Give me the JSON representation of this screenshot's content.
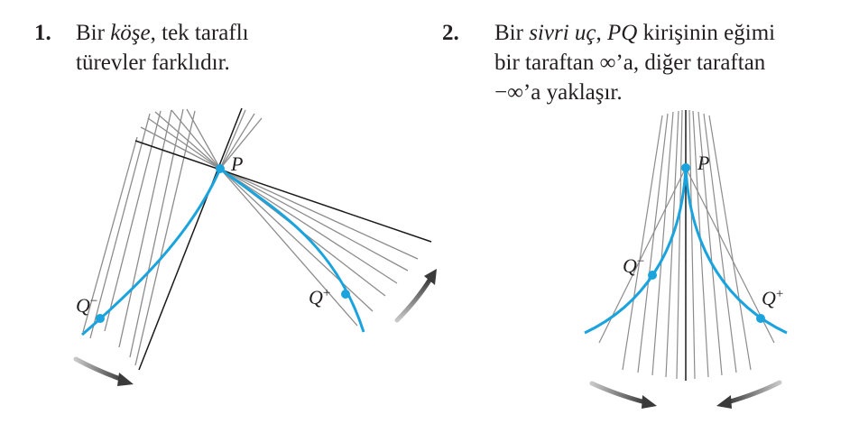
{
  "captions": [
    {
      "number": "1.",
      "line1_pre": "Bir ",
      "line1_italic": "köşe",
      "line1_post": ", tek taraflı",
      "line2": "türevler farklıdır."
    },
    {
      "number": "2.",
      "line1_pre": "Bir ",
      "line1_italic1": "sivri uç",
      "line1_mid": ", ",
      "line1_italic2": "PQ",
      "line1_post": " kirişinin eğimi",
      "line2": "bir taraftan ∞’a, diğer taraftan",
      "line3": "−∞’a yaklaşır."
    }
  ],
  "diagram1": {
    "label_p": "P",
    "label_q_minus": "Q",
    "label_q_minus_sup": "−",
    "label_q_plus": "Q",
    "label_q_plus_sup": "+"
  },
  "diagram2": {
    "label_p": "P",
    "label_q_minus": "Q",
    "label_q_minus_sup": "−",
    "label_q_plus": "Q",
    "label_q_plus_sup": "+"
  },
  "colors": {
    "curve": "#1aa3dc",
    "secant": "#8c8c8c",
    "tangent": "#1a1a1a",
    "text": "#231f20"
  }
}
